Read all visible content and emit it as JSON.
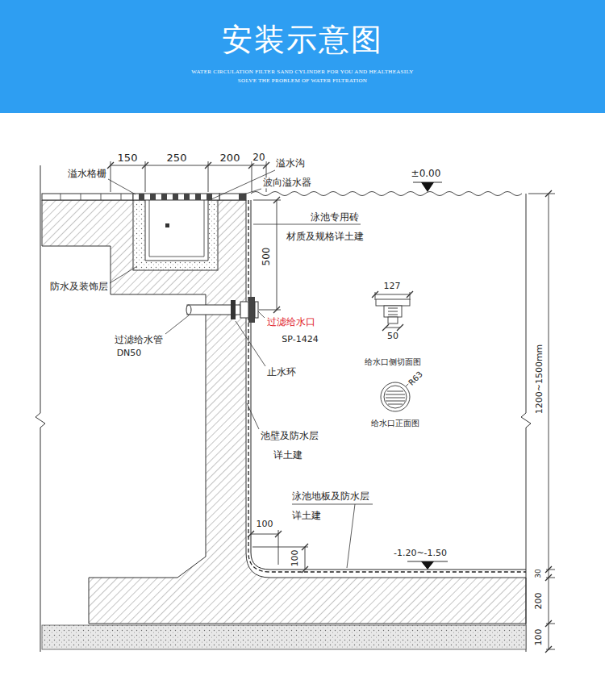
{
  "diagram": {
    "title": "安装示意图",
    "labels": [
      "WATER CIRCULATION FILTER SAND CYLINDER FOR YOU AND HEALTHEASILY",
      "SOLVE THE PROBLEM OF WATER FILTRATION",
      "150",
      "250",
      "200",
      "20",
      "溢水沟",
      "波向溢水器",
      "溢水格栅",
      "±0.00",
      "泳池专用砖",
      "材质及规格详土建",
      "500",
      "127",
      "50",
      "给水口侧切面图",
      "R63",
      "给水口正面图",
      "防水及装饰层",
      "过滤给水口",
      "SP-1424",
      "过滤给水管",
      "DN50",
      "止水环",
      "池壁及防水层",
      "详土建",
      "1200~1500mm",
      "泳池地板及防水层",
      "详土建",
      "100",
      "100",
      "-1.20~-1.50",
      "30",
      "200",
      "100"
    ]
  }
}
